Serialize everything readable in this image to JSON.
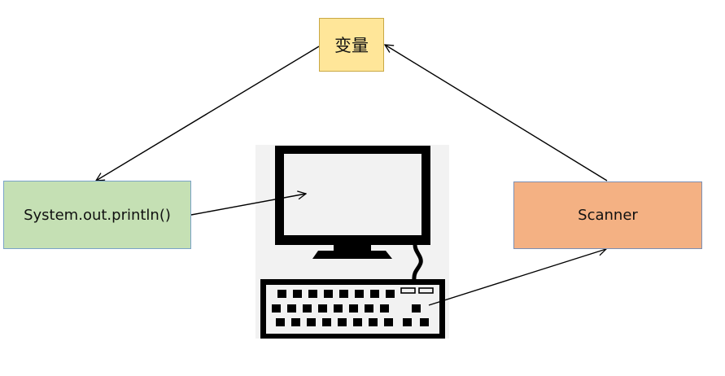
{
  "nodes": {
    "variable": "变量",
    "println": "System.out.println()",
    "scanner": "Scanner"
  },
  "icons": [
    "computer-icon",
    "monitor-icon",
    "keyboard-icon"
  ],
  "colors": {
    "variable_fill": "#ffe699",
    "println_fill": "#c5e0b4",
    "scanner_fill": "#f4b183",
    "computer_bg": "#f2f2f2",
    "computer_fg": "#000000"
  }
}
